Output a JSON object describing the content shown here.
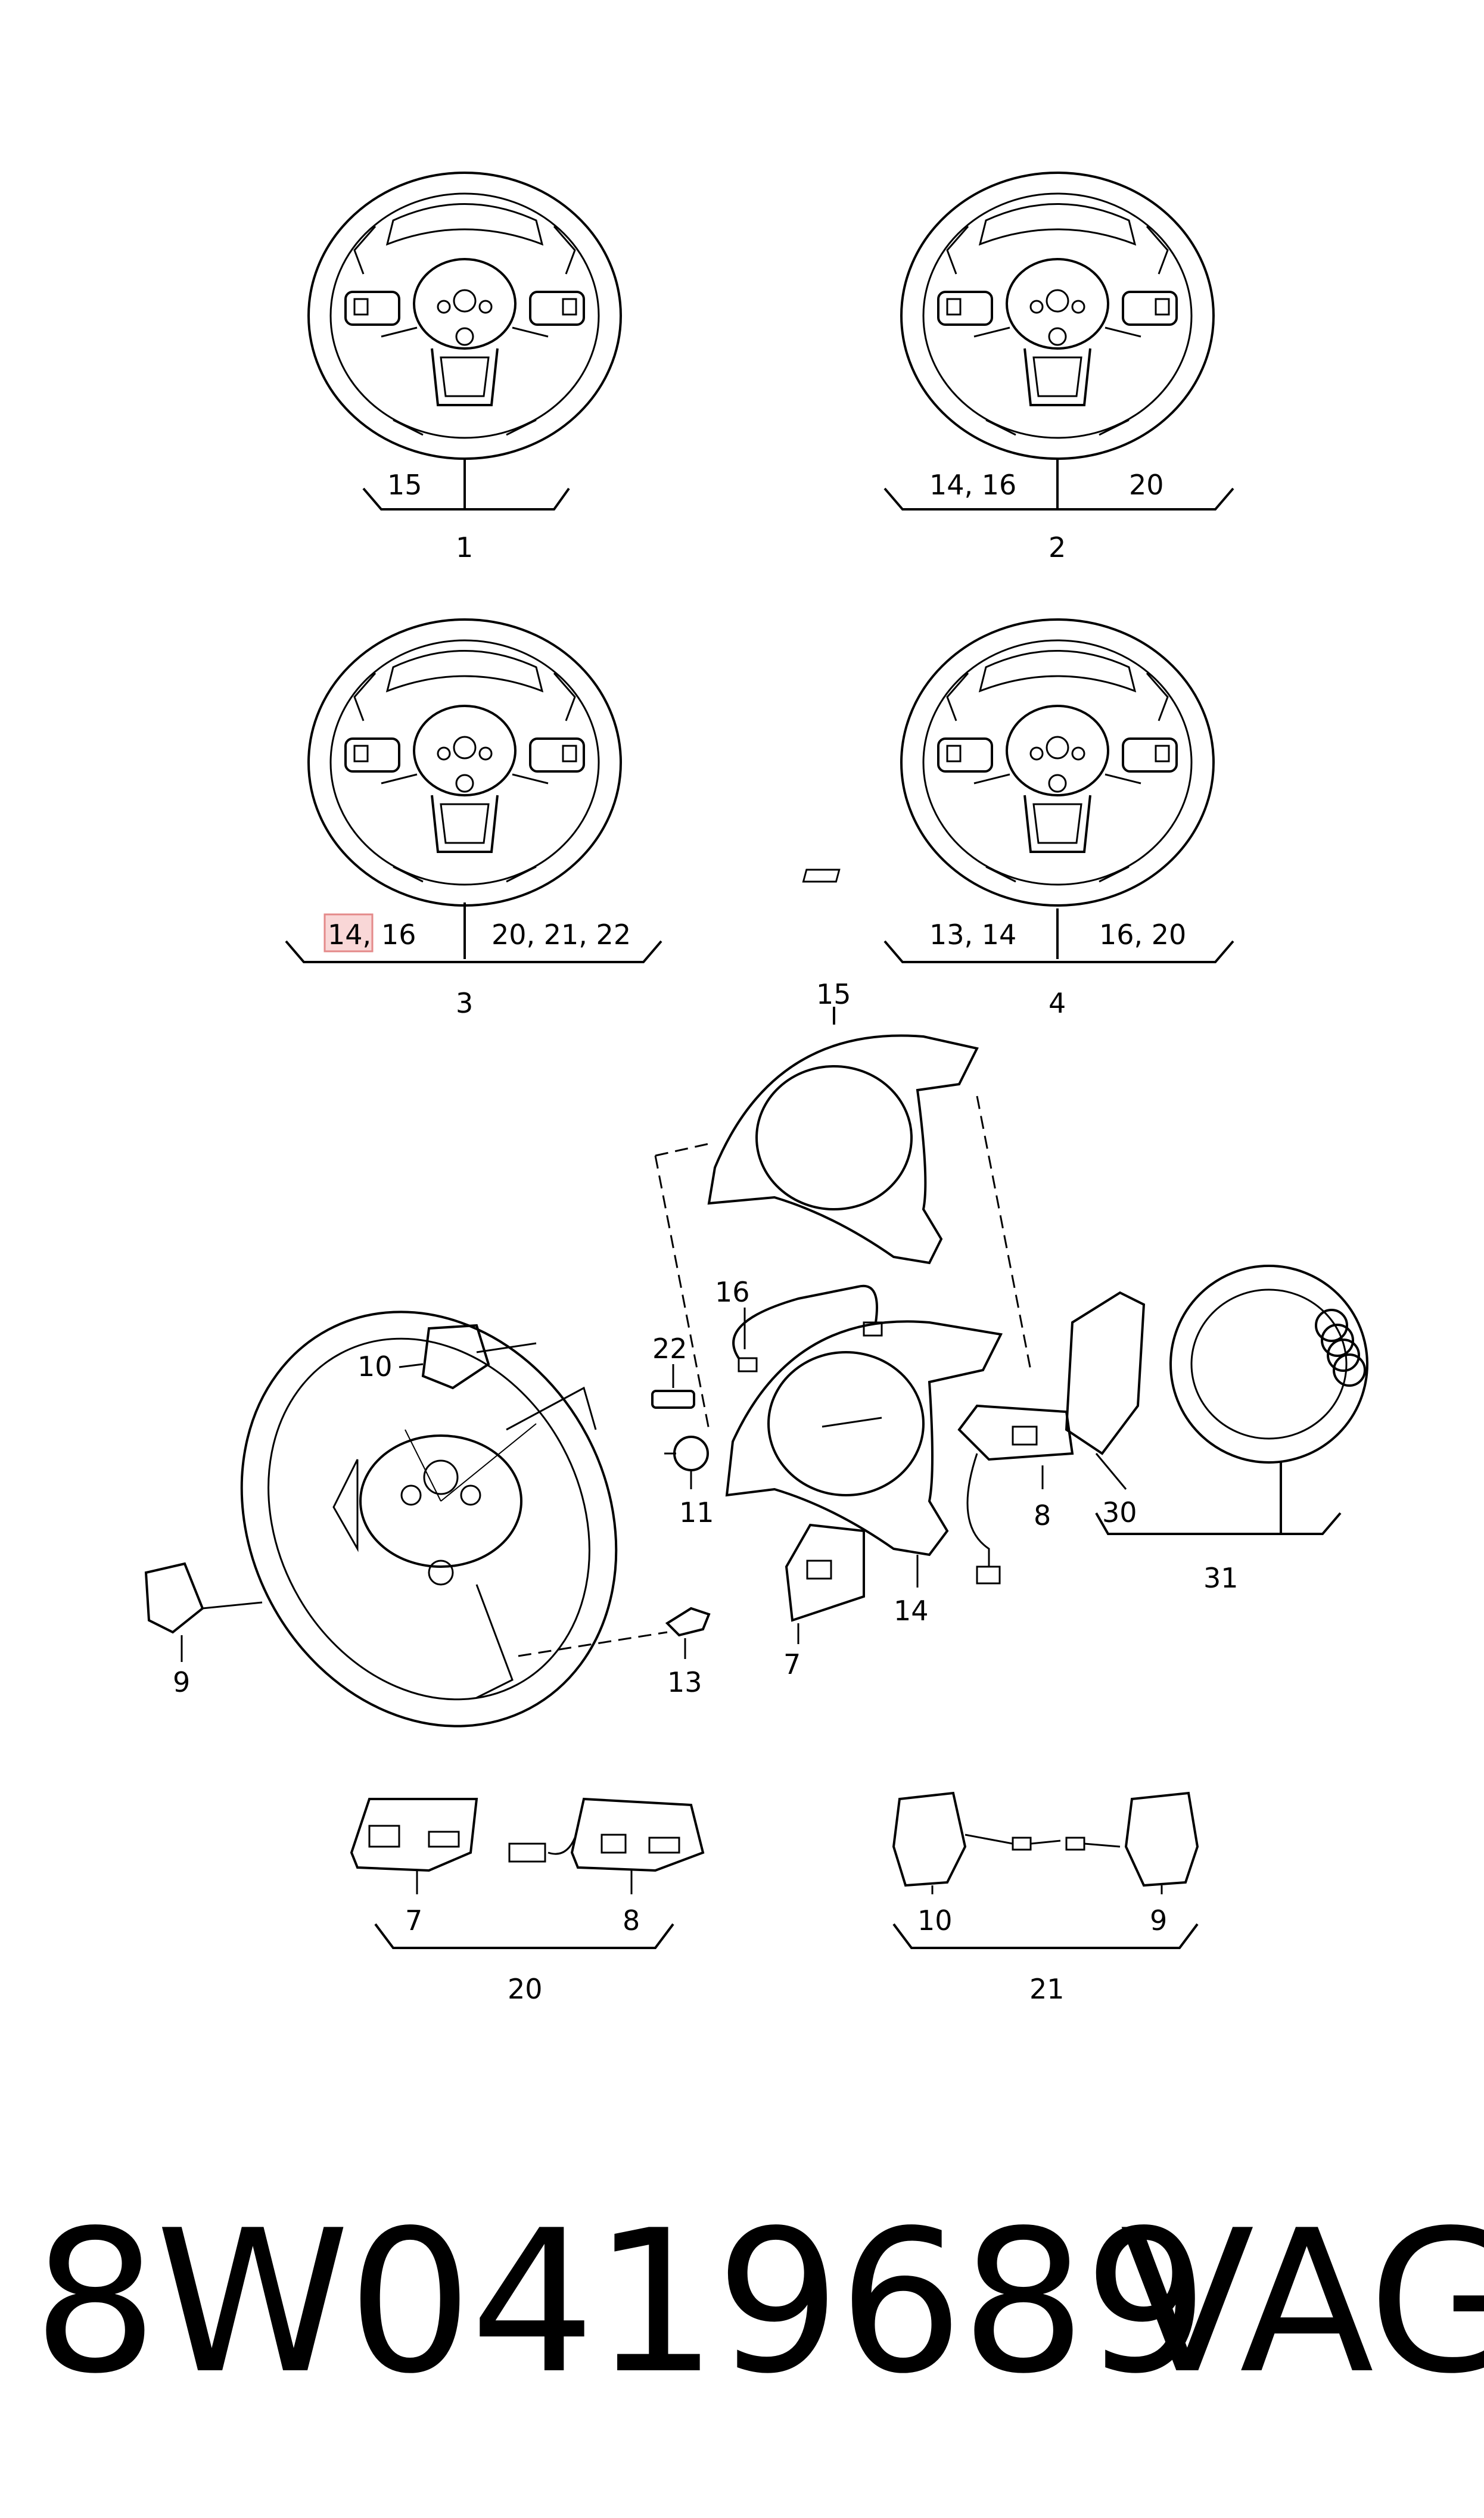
{
  "wheel_groups": [
    {
      "number": "1",
      "left": "15",
      "right": ""
    },
    {
      "number": "2",
      "left": "14, 16",
      "right": "20"
    },
    {
      "number": "3",
      "left_highlight": "14,",
      "left": "16",
      "right": "20, 21, 22"
    },
    {
      "number": "4",
      "left": "13, 14",
      "right": "16, 20"
    }
  ],
  "exploded_labels": {
    "p15": "15",
    "p16": "16",
    "p10": "10",
    "p22": "22",
    "p11": "11",
    "p9": "9",
    "p13": "13",
    "p7": "7",
    "p14": "14",
    "p8": "8",
    "p30": "30",
    "p31": "31"
  },
  "sets": [
    {
      "number": "20",
      "parts": [
        "7",
        "8"
      ]
    },
    {
      "number": "21",
      "parts": [
        "10",
        "9"
      ]
    }
  ],
  "highlight_color": "#f4b6b6",
  "footer": {
    "part_number": "8W0419689",
    "brand": "VAG"
  }
}
